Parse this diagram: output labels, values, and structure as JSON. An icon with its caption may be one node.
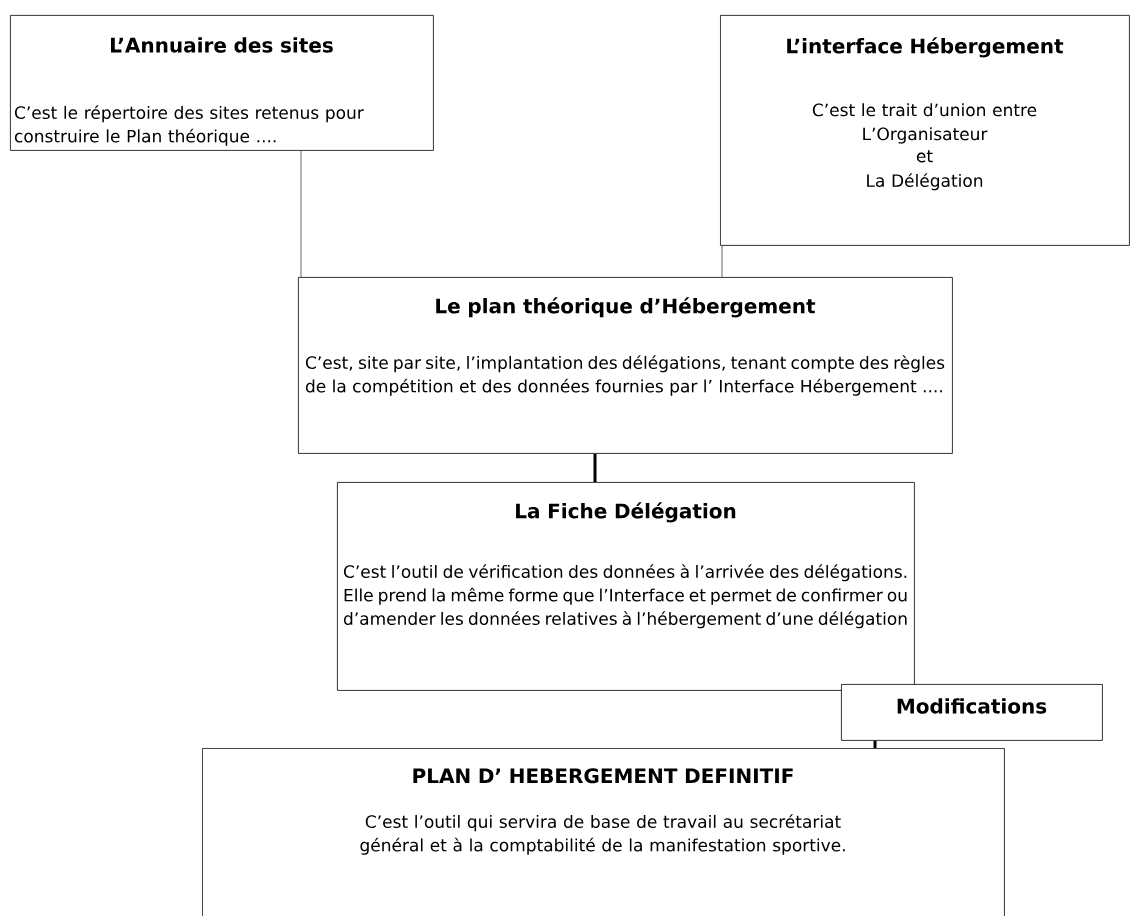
{
  "diagram": {
    "nodes": [
      {
        "text": [
          "L’Annuaire des sites",
          "C’est le répertoire des sites retenus pour construire le Plan théorique ...."
        ]
      },
      {
        "text": [
          "L’interface Hébergement",
          "C’est le trait d’union entre",
          "L’Organisateur",
          "et",
          "La Délégation"
        ]
      },
      {
        "text": [
          "Le plan théorique d’Hébergement",
          "C’est, site par site, l’implantation des délégations, tenant compte des règles de la compétition et des données fournies par l’ Interface Hébergement ...."
        ]
      },
      {
        "text": [
          "La Fiche Délégation",
          "C’est l’outil de vérification des données à l’arrivée des délégations. Elle prend la même forme que l’Interface et permet de confirmer ou d’amender les données relatives à l’hébergement d’une délégation"
        ]
      },
      {
        "text": [
          "Modifications"
        ]
      },
      {
        "text": [
          "PLAN D’ HEBERGEMENT DEFINITIF",
          "C’est l’outil qui servira de base de travail au secrétariat général et à la comptabilité de la manifestation sportive."
        ]
      }
    ],
    "edges": [
      {
        "from": 0,
        "to": 2,
        "arrow": "none"
      },
      {
        "from": 1,
        "to": 2,
        "arrow": "none"
      },
      {
        "from": 2,
        "to": 3,
        "arrow": "none",
        "style": "thick"
      },
      {
        "from": 4,
        "to": 5,
        "arrow": "none",
        "style": "thick"
      }
    ]
  }
}
